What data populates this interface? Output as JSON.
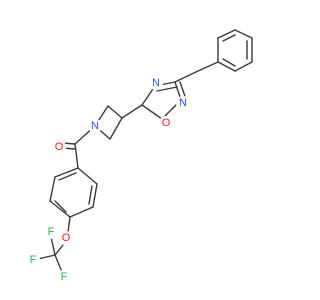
{
  "colors": {
    "bond": "#3a3a3a",
    "nitrogen": "#3050f8",
    "oxygen": "#e8201f",
    "fluorine": "#33b04a",
    "background": "#ffffff"
  },
  "atoms": [
    {
      "id": "n_oxadiazole_top",
      "label": "N",
      "element": "nitrogen"
    },
    {
      "id": "n_oxadiazole_right",
      "label": "N",
      "element": "nitrogen"
    },
    {
      "id": "o_oxadiazole",
      "label": "O",
      "element": "oxygen"
    },
    {
      "id": "n_azetidine",
      "label": "N",
      "element": "nitrogen"
    },
    {
      "id": "o_carbonyl",
      "label": "O",
      "element": "oxygen"
    },
    {
      "id": "o_ether",
      "label": "O",
      "element": "oxygen"
    },
    {
      "id": "f_top",
      "label": "F",
      "element": "fluorine"
    },
    {
      "id": "f_left",
      "label": "F",
      "element": "fluorine"
    },
    {
      "id": "f_bottom",
      "label": "F",
      "element": "fluorine"
    }
  ]
}
